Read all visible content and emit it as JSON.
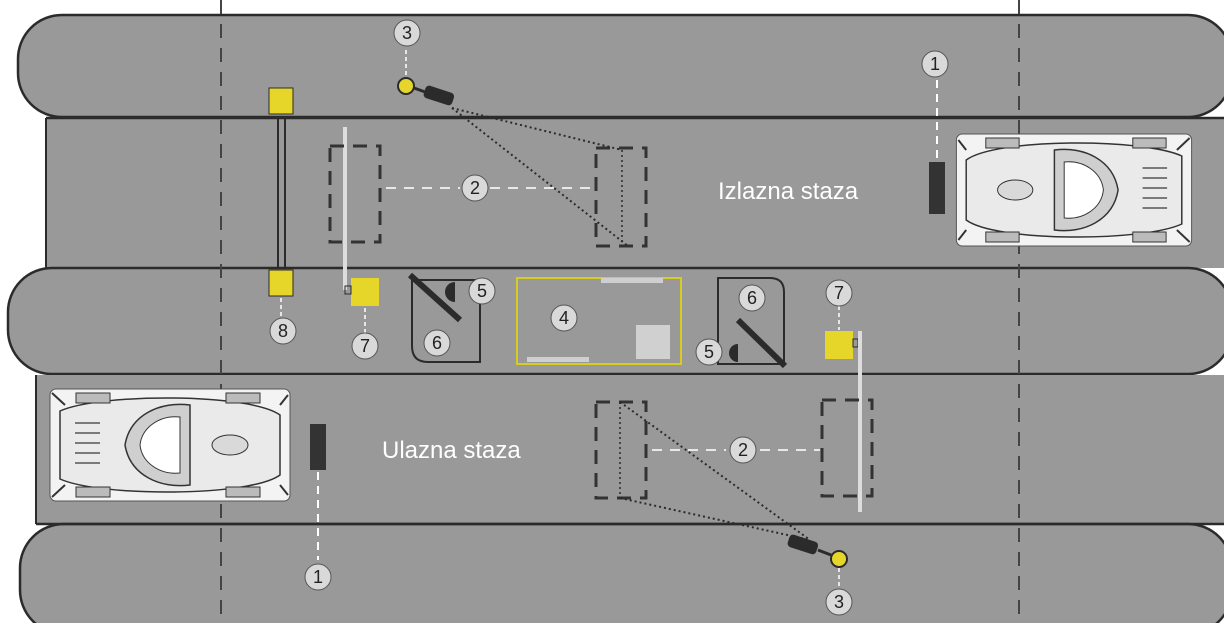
{
  "lanes": {
    "exit_label": "Izlazna staza",
    "entry_label": "Ulazna staza"
  },
  "markers": {
    "m1_top": "1",
    "m1_bottom": "1",
    "m2_top": "2",
    "m2_bottom": "2",
    "m3_top": "3",
    "m3_bottom": "3",
    "m4": "4",
    "m5_left": "5",
    "m5_right": "5",
    "m6_left": "6",
    "m6_right": "6",
    "m7_left": "7",
    "m7_right": "7",
    "m8": "8"
  },
  "colors": {
    "road": "#999999",
    "line": "#2b2b2b",
    "sign_yellow": "#e6d62a",
    "booth_outline": "#d8cc22",
    "marker_fill": "#d9d9d9",
    "label_text": "#ffffff",
    "car_body": "#f2f2f2"
  }
}
